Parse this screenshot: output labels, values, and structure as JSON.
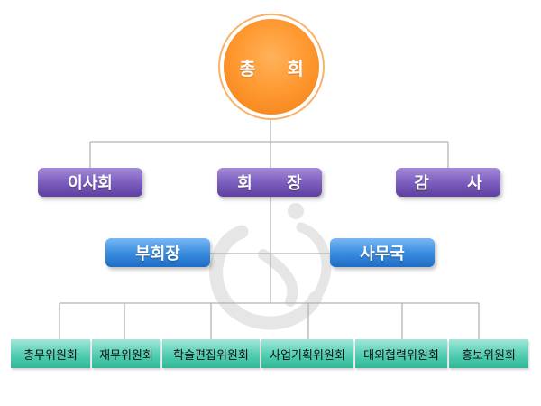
{
  "org": {
    "general_meeting": "총 회",
    "board": "이사회",
    "president": "회 장",
    "auditor": "감 사",
    "vice_president": "부회장",
    "secretariat": "사무국",
    "committees": [
      "총무위원회",
      "재무위원회",
      "학술편집위원회",
      "사업기획위원회",
      "대외협력위원회",
      "홍보위원회"
    ]
  },
  "colors": {
    "general_meeting": "#ff9a33",
    "top_level_boxes": "#7d5fbf",
    "mid_level_boxes": "#3b8ee0",
    "committee_boxes": "#52cdb1",
    "connector": "#b3b3b3"
  }
}
